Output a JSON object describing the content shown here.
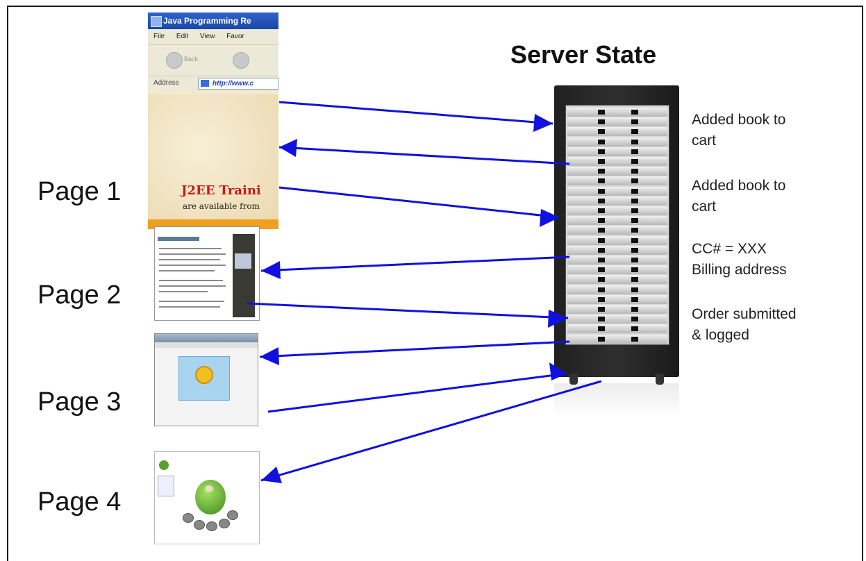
{
  "title": "Server State",
  "pages": [
    "Page 1",
    "Page 2",
    "Page 3",
    "Page 4"
  ],
  "server_notes": [
    {
      "line1": "Added book to",
      "line2": "cart"
    },
    {
      "line1": "Added book to",
      "line2": "cart"
    },
    {
      "line1": "CC# = XXX",
      "line2": "Billing address"
    },
    {
      "line1": "Order submitted",
      "line2": "& logged"
    }
  ],
  "thumb1": {
    "window_title": "Java Programming Re",
    "menu": [
      "File",
      "Edit",
      "View",
      "Favor"
    ],
    "back_label": "Back",
    "address_label": "Address",
    "url": "http://www.c",
    "banner": "J2EE Traini",
    "banner_sub": "are available from"
  },
  "arrow_color": "#1010e0"
}
